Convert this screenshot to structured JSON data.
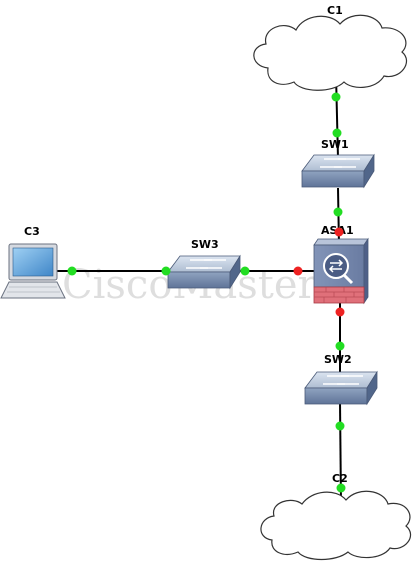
{
  "diagram": {
    "nodes": [
      {
        "id": "C1",
        "label": "C1",
        "type": "cloud"
      },
      {
        "id": "SW1",
        "label": "SW1",
        "type": "switch"
      },
      {
        "id": "ASA1",
        "label": "ASA1",
        "type": "firewall"
      },
      {
        "id": "SW2",
        "label": "SW2",
        "type": "switch"
      },
      {
        "id": "C2",
        "label": "C2",
        "type": "cloud"
      },
      {
        "id": "SW3",
        "label": "SW3",
        "type": "switch"
      },
      {
        "id": "C3",
        "label": "C3",
        "type": "laptop"
      }
    ],
    "links": [
      {
        "from": "C1",
        "to": "SW1",
        "from_status": "up",
        "to_status": "up"
      },
      {
        "from": "SW1",
        "to": "ASA1",
        "from_status": "up",
        "to_status": "down"
      },
      {
        "from": "ASA1",
        "to": "SW2",
        "from_status": "down",
        "to_status": "up"
      },
      {
        "from": "SW2",
        "to": "C2",
        "from_status": "up",
        "to_status": "up"
      },
      {
        "from": "C3",
        "to": "SW3",
        "from_status": "up",
        "to_status": "up"
      },
      {
        "from": "SW3",
        "to": "ASA1",
        "from_status": "up",
        "to_status": "down"
      }
    ],
    "status_colors": {
      "up": "#22dd22",
      "down": "#ee2222"
    },
    "watermark": "CiscoMaster.ru"
  }
}
